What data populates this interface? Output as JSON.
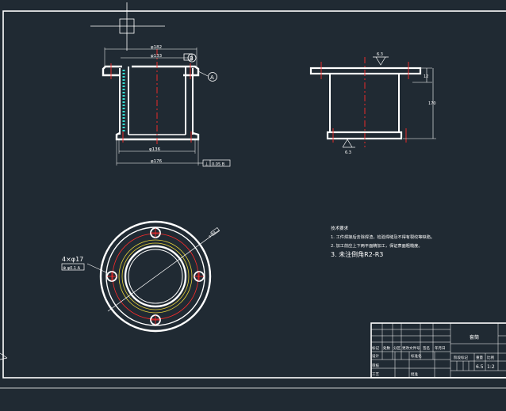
{
  "colors": {
    "background": "#202a33",
    "outline": "#ffffff",
    "center_line": "#ff2a2a",
    "pitch_circle": "#e6d23a",
    "weld": "#38e0d6"
  },
  "front_view": {
    "dim_top_outer": "φ182",
    "dim_top_inner": "φ133",
    "datum_b": "B",
    "datum_a": "A",
    "dim_bottom_inner": "φ136",
    "dim_bottom_outer": "φ176",
    "flatness_symbol": "⊥",
    "flatness_value": "0.05 B"
  },
  "side_view": {
    "roughness_top": "6.3",
    "roughness_bottom": "6.3",
    "dim_flange": "12",
    "dim_height": "170"
  },
  "plan_view": {
    "hole_callout": "4×φ17",
    "position_tolerance": "⊕ φ0.1 A",
    "dim_pcd": "φ158"
  },
  "notes": {
    "title": "技术要求",
    "line1": "1. 工件焊接后去除焊渣，检验焊缝及不得有裂纹等缺陷。",
    "line2": "2. 加工前应上下两平面精加工，保证表面粗糙度。",
    "line3": "3. 未注倒角R2-R3"
  },
  "title_block": {
    "part_name": "套筒",
    "row1": [
      "标记",
      "处数",
      "分区",
      "更改文件号",
      "签名",
      "年月日"
    ],
    "design": "设计",
    "standard": "标准化",
    "review": "审核",
    "process": "工艺",
    "approve": "批准",
    "stage_label": "阶段标记",
    "weight_label": "重量",
    "scale_label": "比例",
    "weight": "6.5",
    "scale": "1:2"
  }
}
